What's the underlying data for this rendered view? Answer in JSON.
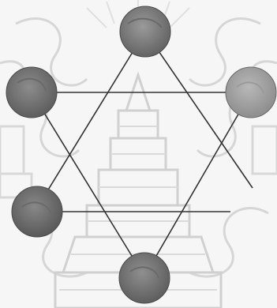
{
  "diagram": {
    "type": "hexagram-with-nodes",
    "background_description_icon": "thai-ornamental-emblem-watermark",
    "colors": {
      "line": "#3a3a3a",
      "node_fill": "#7f7f7f",
      "node_fill_dark": "#5f5f5f",
      "node_fill_light": "#9a9a9a",
      "node_stroke": "#4a4a4a",
      "watermark": "#d8d8d8",
      "watermark_dark": "#cfcfcf",
      "background": "#f6f6f6"
    },
    "nodes": [
      {
        "id": "top",
        "name": "node-top"
      },
      {
        "id": "upper-left",
        "name": "node-upper-left"
      },
      {
        "id": "upper-right",
        "name": "node-upper-right"
      },
      {
        "id": "lower-left",
        "name": "node-lower-left"
      },
      {
        "id": "bottom",
        "name": "node-bottom"
      }
    ]
  }
}
